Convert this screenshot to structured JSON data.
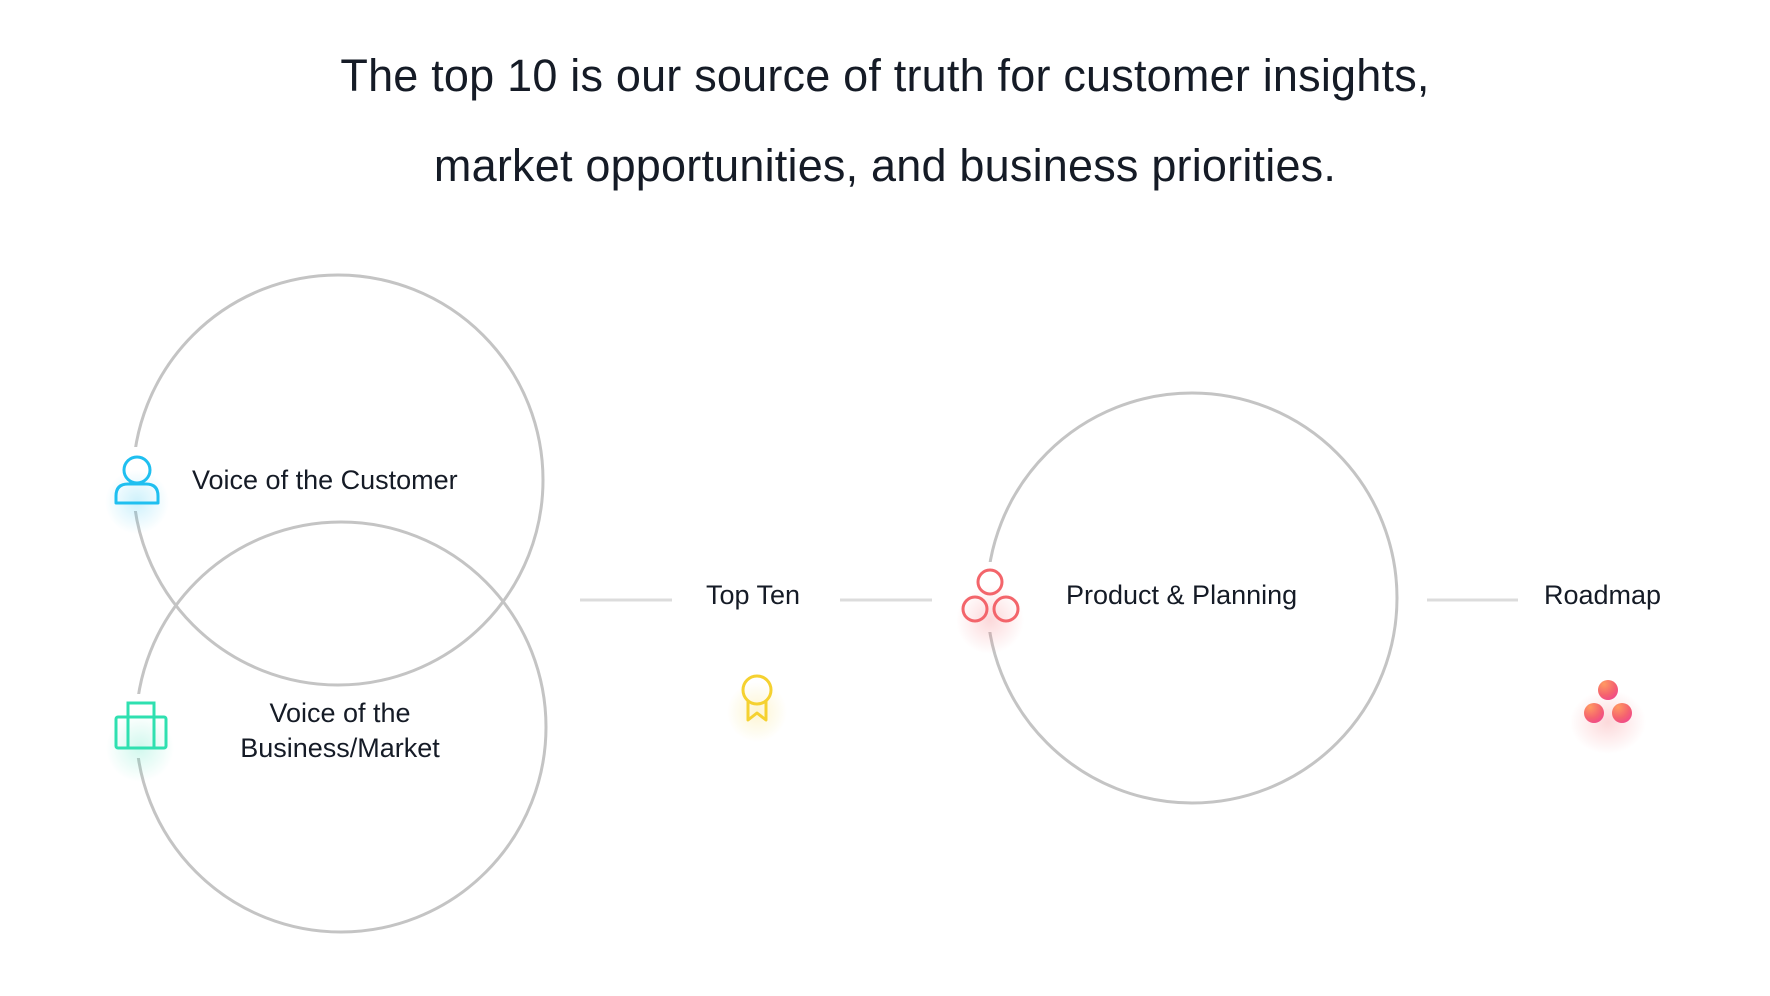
{
  "headline": {
    "line1": "The top 10 is our source of truth for customer insights,",
    "line2": "market opportunities, and business priorities."
  },
  "nodes": {
    "voice_customer": {
      "label": "Voice of the Customer",
      "icon": "person-icon",
      "color": "#1fbff0"
    },
    "voice_business": {
      "label_line1": "Voice of the",
      "label_line2": "Business/Market",
      "icon": "briefcase-icon",
      "color": "#2fe0b0"
    },
    "top_ten": {
      "label": "Top Ten",
      "icon": "award-ribbon-icon",
      "color": "#f5d130"
    },
    "product_planning": {
      "label": "Product & Planning",
      "icon": "three-circles-outline-icon",
      "color": "#f3656b"
    },
    "roadmap": {
      "label": "Roadmap",
      "icon": "asana-logo-icon",
      "color": "#f5646e"
    }
  },
  "colors": {
    "circle_stroke": "#c4c4c4",
    "connector": "#dcdcdc",
    "text": "#151b26"
  }
}
